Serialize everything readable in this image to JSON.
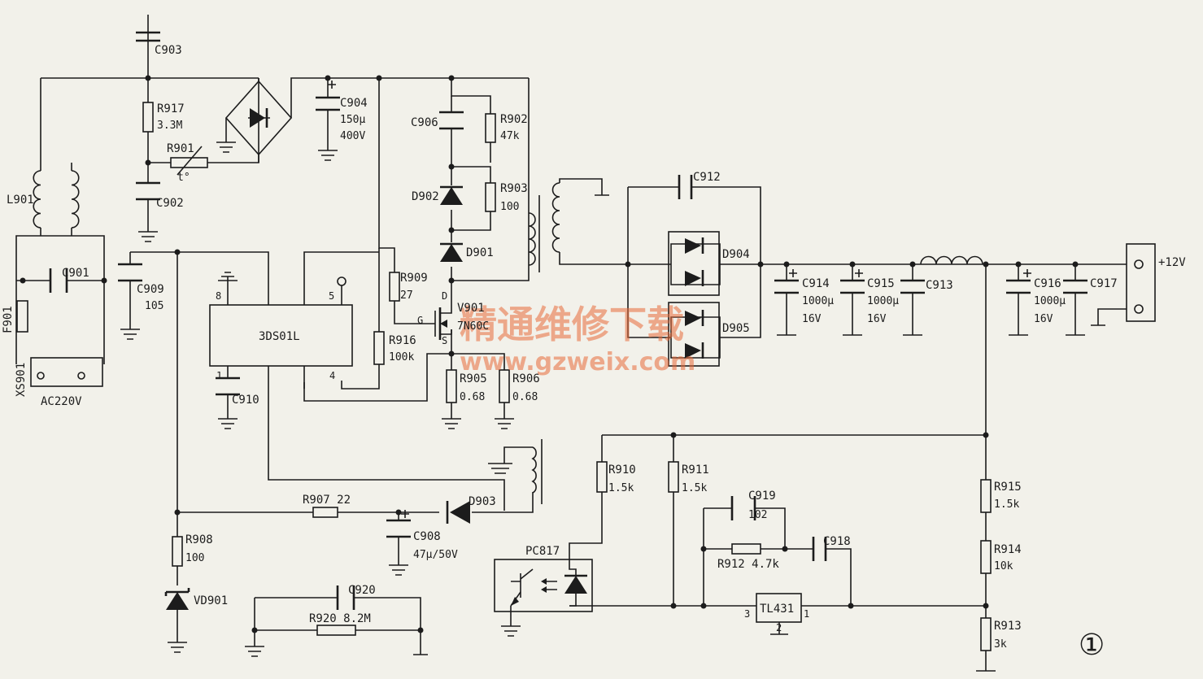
{
  "labels": {
    "c903": "C903",
    "r917": "R917",
    "r917_val": "3.3M",
    "r901": "R901",
    "r901_t": "t°",
    "c902": "C902",
    "l901": "L901",
    "c901": "C901",
    "f901": "F901",
    "xs901": "XS901",
    "ac": "AC220V",
    "c904": "C904",
    "c904_v1": "150μ",
    "c904_v2": "400V",
    "c906": "C906",
    "r902": "R902",
    "r902_val": "47k",
    "d902": "D902",
    "r903": "R903",
    "r903_val": "100",
    "d901": "D901",
    "c909": "C909",
    "c909_val": "105",
    "ic": "3DS01L",
    "pin8": "8",
    "pin5": "5",
    "pin1": "1",
    "pin4": "4",
    "c910": "C910",
    "r909": "R909",
    "r909_val": "27",
    "v901": "V901",
    "v901_val": "7N60C",
    "pin_d": "D",
    "pin_g": "G",
    "pin_s": "S",
    "r916": "R916",
    "r916_val": "100k",
    "r905": "R905",
    "r905_val": "0.68",
    "r906": "R906",
    "r906_val": "0.68",
    "c912": "C912",
    "d904": "D904",
    "d905": "D905",
    "c914": "C914",
    "c914_v1": "1000μ",
    "c914_v2": "16V",
    "c915": "C915",
    "c915_v1": "1000μ",
    "c915_v2": "16V",
    "c913": "C913",
    "c916": "C916",
    "c916_v1": "1000μ",
    "c916_v2": "16V",
    "c917": "C917",
    "out": "+12V",
    "r907": "R907 22",
    "d903": "D903",
    "c908": "C908",
    "c908_val": "47μ/50V",
    "r908": "R908",
    "r908_val": "100",
    "vd901": "VD901",
    "c920": "C920",
    "r920": "R920 8.2M",
    "pc817": "PC817",
    "r910": "R910",
    "r910_val": "1.5k",
    "r911": "R911",
    "r911_val": "1.5k",
    "c919": "C919",
    "c919_val": "102",
    "r912": "R912 4.7k",
    "c918": "C918",
    "tl431": "TL431",
    "tl_pin3": "3",
    "tl_pin2": "2",
    "tl_pin1": "1",
    "r915": "R915",
    "r915_val": "1.5k",
    "r914": "R914",
    "r914_val": "10k",
    "r913": "R913",
    "r913_val": "3k",
    "fig": "①"
  },
  "watermark": {
    "cn": "精通维修下载",
    "url": "www.gzweix.com"
  },
  "colors": {
    "ink": "#1c1c1c",
    "paper": "#f2f1ea",
    "watermark": "#e86b3a"
  }
}
